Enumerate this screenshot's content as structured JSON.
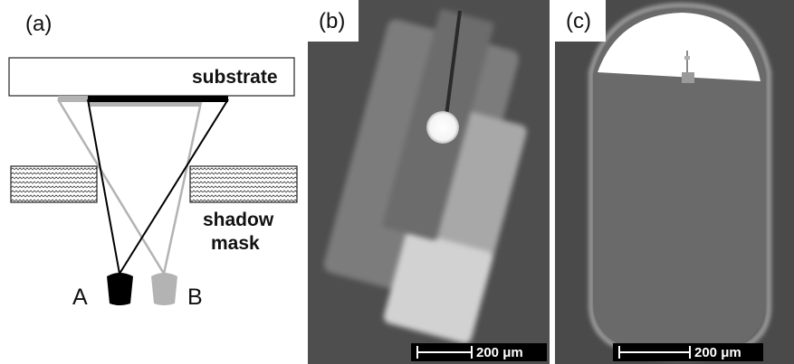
{
  "panel_a": {
    "label": "(a)",
    "substrate_label": "substrate",
    "mask_label_line1": "shadow",
    "mask_label_line2": "mask",
    "source_a_label": "A",
    "source_b_label": "B"
  },
  "panel_b": {
    "label": "(b)",
    "scalebar_text": "200 μm"
  },
  "panel_c": {
    "label": "(c)",
    "scalebar_text": "200 μm"
  },
  "colors": {
    "source_a": "#000000",
    "source_b": "#b3b3b3"
  }
}
